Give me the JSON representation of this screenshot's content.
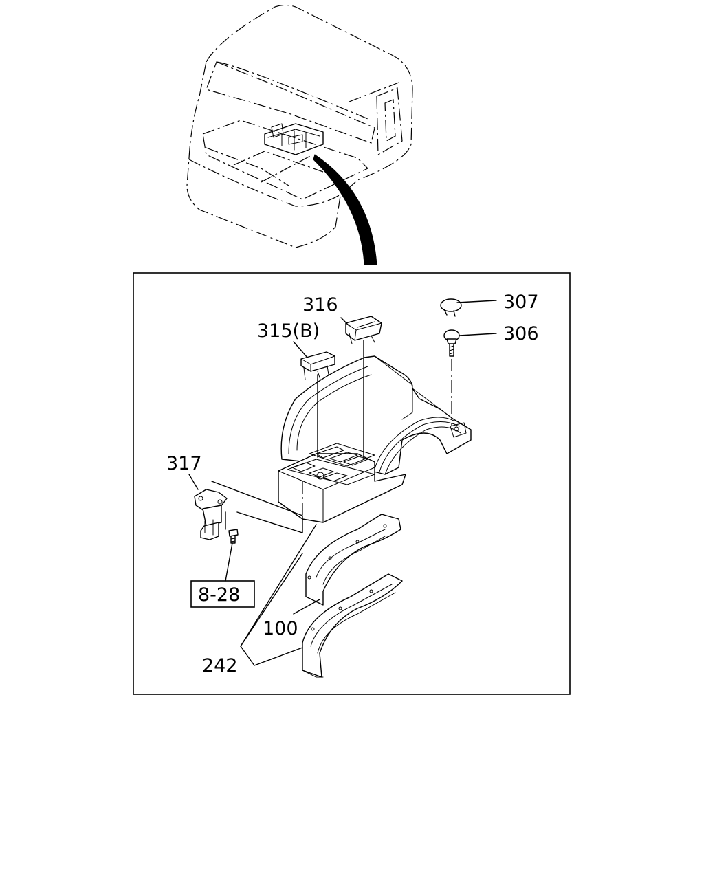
{
  "callouts": {
    "c316": "316",
    "c307": "307",
    "c315": "315(B)",
    "c306": "306",
    "c317": "317",
    "c828": "8-28",
    "c100": "100",
    "c242": "242"
  }
}
